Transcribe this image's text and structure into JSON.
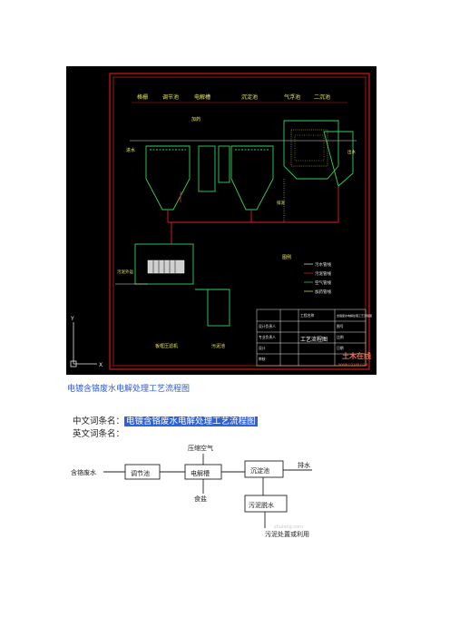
{
  "cad": {
    "tanks": [
      "格栅",
      "调节池",
      "电解槽",
      "沉淀池",
      "气浮池",
      "二沉池"
    ],
    "notes": [
      "进水",
      "加药",
      "出水",
      "排泥"
    ],
    "bottom_labels": [
      "板框压滤机",
      "污泥池"
    ],
    "filter_label": "污泥外运",
    "legend_title": "图例",
    "legend": [
      "污水管线",
      "污泥管线",
      "空气管线",
      "加药管线"
    ],
    "title_block": {
      "project": "工程名称",
      "drawing": "含铬废水电解处理工艺流程图",
      "main_title": "工艺流程图",
      "rows": [
        "设计负责人",
        "专业负责人",
        "设计",
        "审核"
      ],
      "cols": [
        "图号",
        "比例",
        "日期"
      ]
    },
    "watermark": "土木在线",
    "watermark_url": "WWW.CO188.COM",
    "axis_y": "Y",
    "axis_x": "X"
  },
  "caption": "电镀含铬废水电解处理工艺流程图",
  "terms": {
    "cn_label": "中文词条名：",
    "cn_value": "电镀含铬废水电解处理工艺流程图",
    "en_label": "英文词条名："
  },
  "flow": {
    "input": "含铬废水",
    "node1": "调节池",
    "node2": "电解槽",
    "node3": "沉淀池",
    "node4": "污泥脱水",
    "air": "压缩空气",
    "salt": "食盐",
    "discharge": "排水",
    "sludge_use": "污泥处置或利用",
    "watermark": "zhulong.com"
  }
}
